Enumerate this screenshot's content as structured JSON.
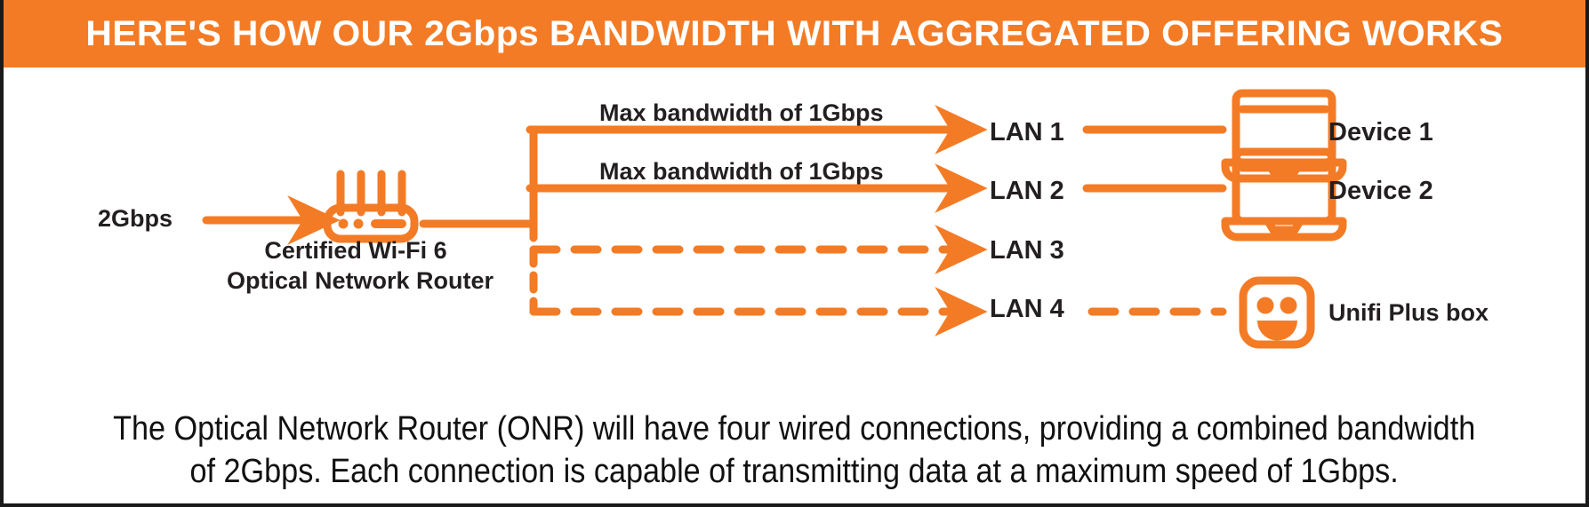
{
  "header": {
    "title": "HERE'S HOW OUR 2Gbps BANDWIDTH WITH AGGREGATED OFFERING WORKS",
    "background_color": "#F47B25",
    "text_color": "#FFFFFF"
  },
  "theme": {
    "accent_orange": "#F47B25",
    "text_dark": "#231F20",
    "page_background": "#FFFFFF",
    "border_color": "#1A1A1A"
  },
  "diagram": {
    "input": {
      "label": "2Gbps",
      "arrow_icon": "arrow-right-icon"
    },
    "router": {
      "icon": "wifi-router-icon",
      "label_line1": "Certified Wi-Fi 6",
      "label_line2": "Optical Network Router"
    },
    "bandwidth_labels": [
      "Max bandwidth of 1Gbps",
      "Max bandwidth of 1Gbps"
    ],
    "lan_ports": [
      {
        "label": "LAN 1",
        "line_style": "solid",
        "bandwidth": "Max bandwidth of 1Gbps"
      },
      {
        "label": "LAN 2",
        "line_style": "solid",
        "bandwidth": "Max bandwidth of 1Gbps"
      },
      {
        "label": "LAN 3",
        "line_style": "dashed",
        "bandwidth": ""
      },
      {
        "label": "LAN 4",
        "line_style": "dashed",
        "bandwidth": ""
      }
    ],
    "devices": [
      {
        "label": "Device 1",
        "icon": "laptop-icon",
        "connector": "solid"
      },
      {
        "label": "Device 2",
        "icon": "laptop-icon",
        "connector": "solid"
      },
      {
        "label": "Unifi Plus box",
        "icon": "unifi-plus-box-icon",
        "connector": "dashed"
      }
    ]
  },
  "caption": {
    "line1": "The Optical Network Router (ONR) will have four wired connections, providing a combined bandwidth",
    "line2": "of 2Gbps. Each connection is capable of transmitting data at a maximum speed of 1Gbps."
  }
}
